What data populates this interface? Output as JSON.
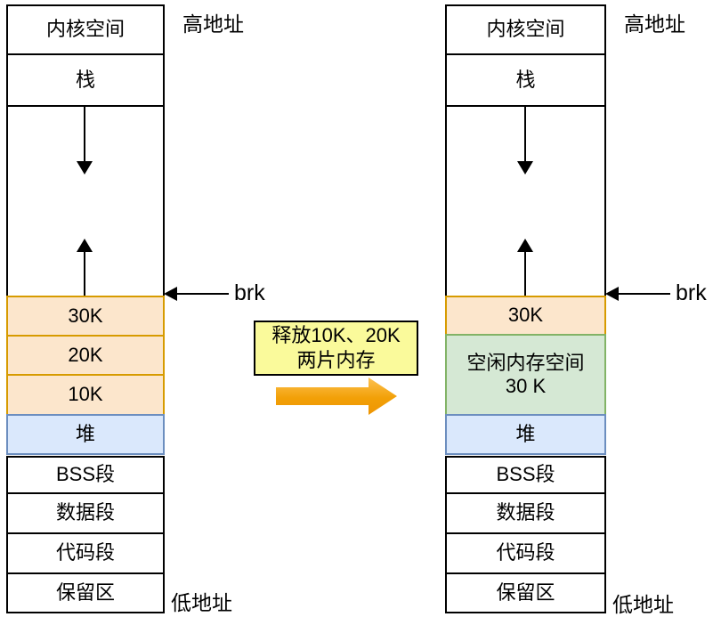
{
  "colors": {
    "box_border": "#000000",
    "orange_fill": "#FCE6CC",
    "orange_stroke": "#D79B00",
    "blue_fill": "#DAE8FC",
    "blue_stroke": "#6C8EBF",
    "green_fill": "#D5E8D4",
    "green_stroke": "#82B366",
    "annotation_fill": "#FAFA9B",
    "transform_arrow": "#F2A007"
  },
  "columns": [
    {
      "kernel": "内核空间",
      "stack": "栈",
      "alloc_blocks": [
        {
          "label": "30K"
        },
        {
          "label": "20K"
        },
        {
          "label": "10K"
        }
      ],
      "heap": "堆",
      "bss": "BSS段",
      "data_seg": "数据段",
      "code_seg": "代码段",
      "reserved": "保留区",
      "brk": "brk",
      "high_address": "高地址",
      "low_address": "低地址"
    },
    {
      "kernel": "内核空间",
      "stack": "栈",
      "alloc_blocks": [
        {
          "label": "30K"
        }
      ],
      "free_block": {
        "line1": "空闲内存空间",
        "line2": "30 K"
      },
      "heap": "堆",
      "bss": "BSS段",
      "data_seg": "数据段",
      "code_seg": "代码段",
      "reserved": "保留区",
      "brk": "brk",
      "high_address": "高地址",
      "low_address": "低地址"
    }
  ],
  "annotation": {
    "line1": "释放10K、20K",
    "line2": "两片内存"
  }
}
